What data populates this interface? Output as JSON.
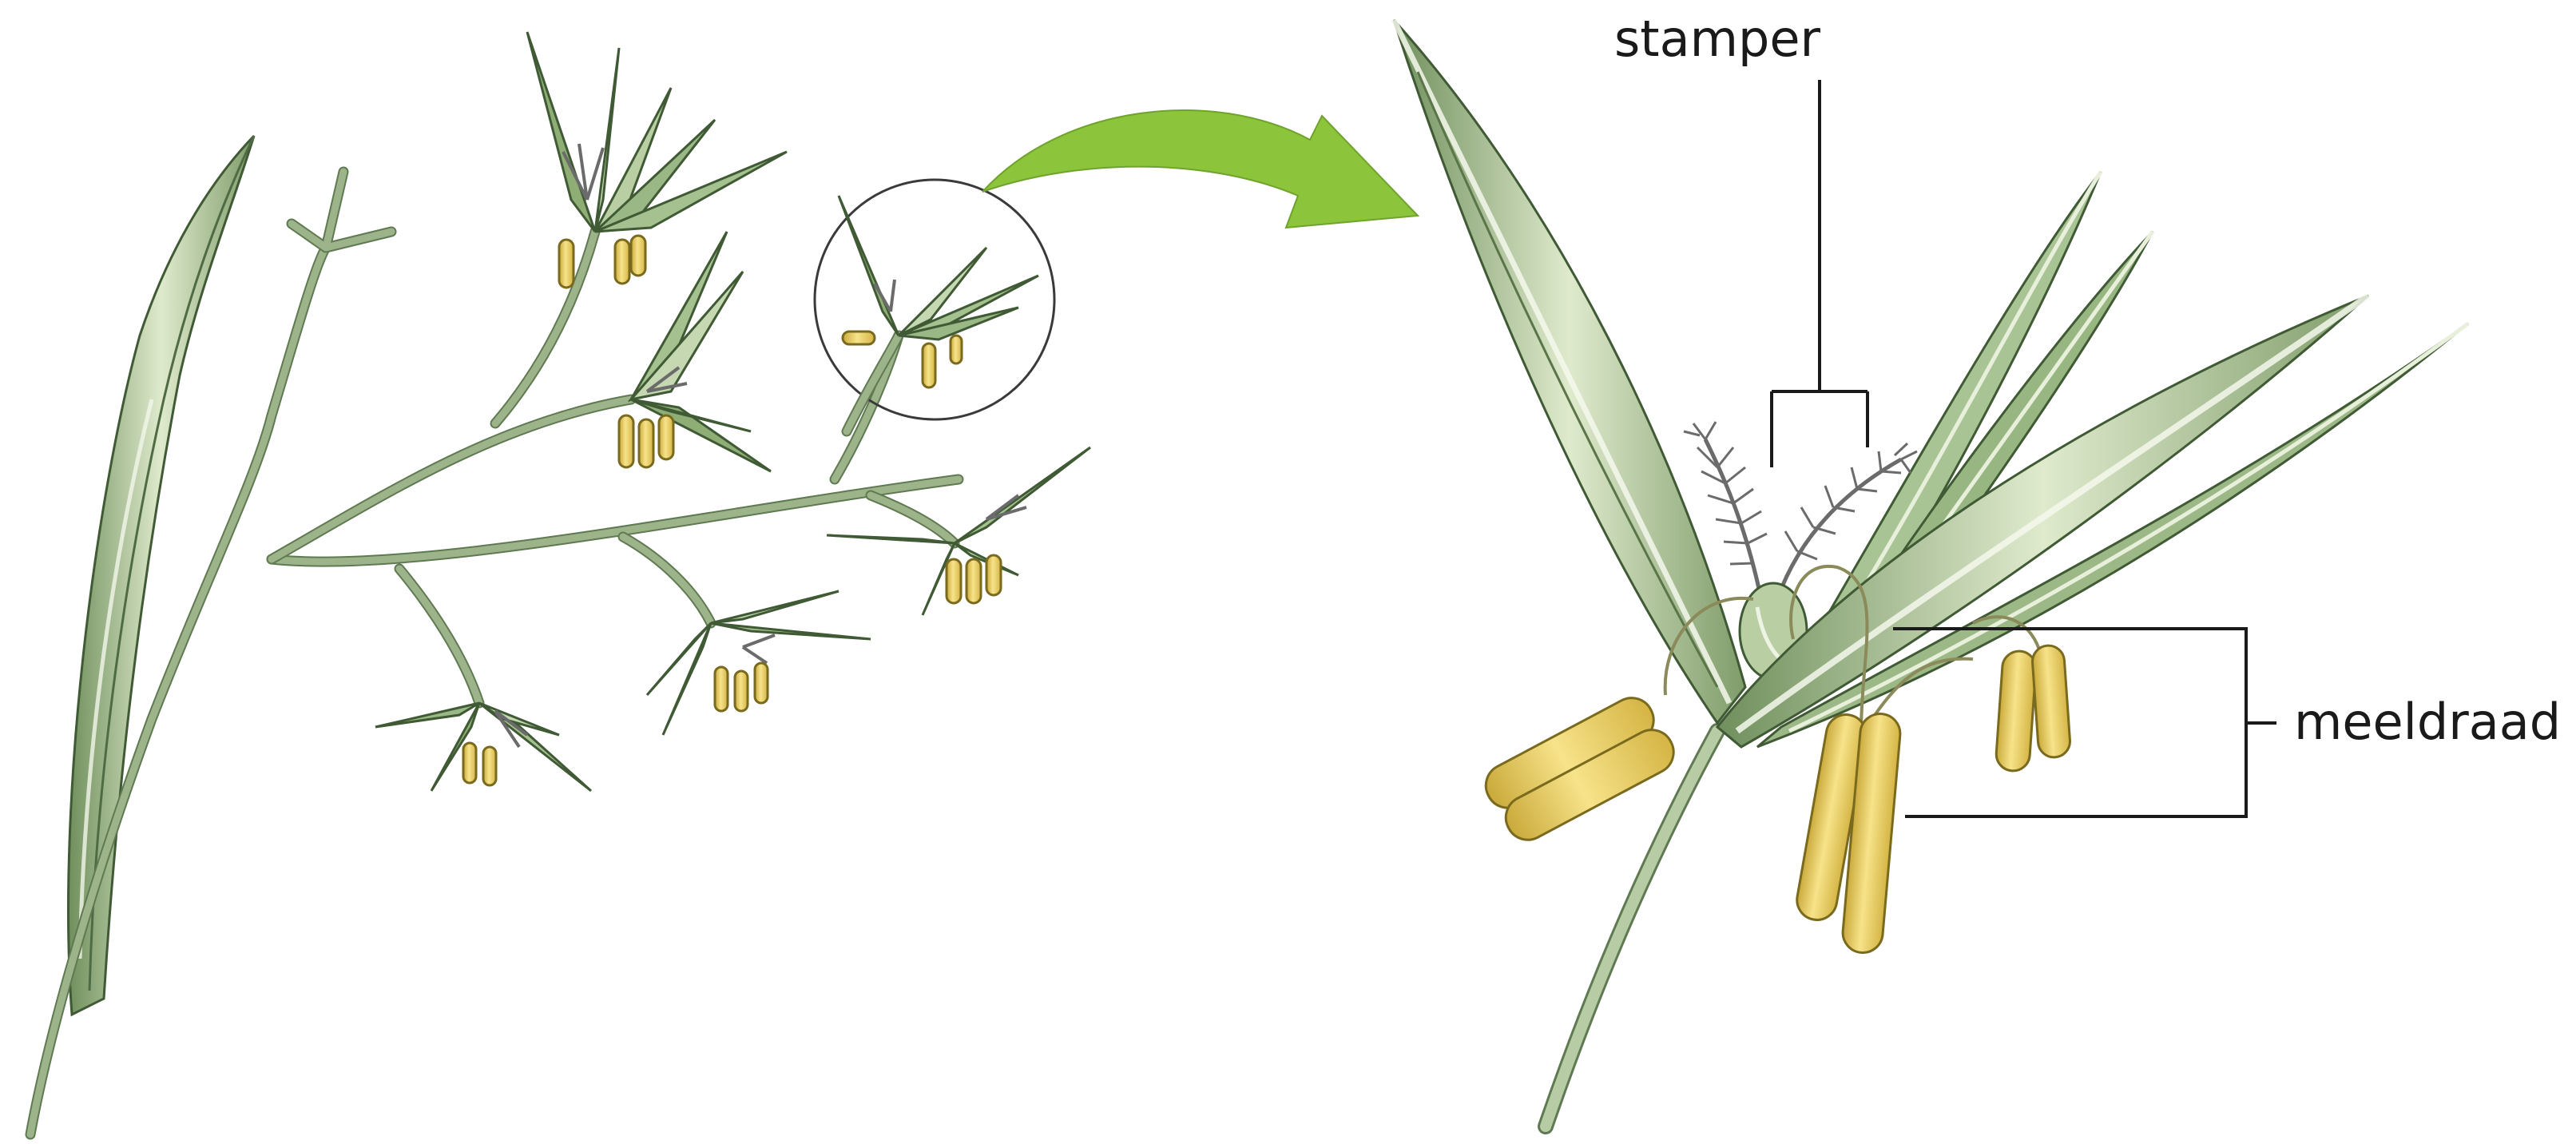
{
  "labels": {
    "pistil": "stamper",
    "stamen": "meeldraad"
  },
  "colors": {
    "leaf_dark": "#7f9c6a",
    "leaf_light": "#d9e6c6",
    "leaf_outline": "#3f5a34",
    "anther": "#f0d45a",
    "anther_outline": "#7a6a1e",
    "stigma": "#6b6b6b",
    "arrow": "#8cc43c",
    "stem": "#a9bf95"
  },
  "icons": {
    "zoom_circle": "magnifier-circle",
    "arrow": "curved-arrow-right"
  }
}
